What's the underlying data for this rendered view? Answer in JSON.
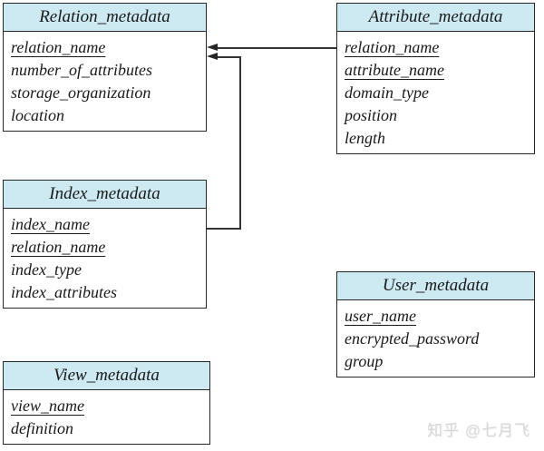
{
  "diagram": {
    "background_color": "#ffffff",
    "header_fill_color": "#cde9f2",
    "border_color": "#262626",
    "text_color": "#1a1a1a",
    "tables": [
      {
        "title": "Relation_metadata",
        "fields": [
          {
            "name": "relation_name",
            "underlined": true
          },
          {
            "name": "number_of_attributes",
            "underlined": false
          },
          {
            "name": "storage_organization",
            "underlined": false
          },
          {
            "name": "location",
            "underlined": false
          }
        ]
      },
      {
        "title": "Attribute_metadata",
        "fields": [
          {
            "name": "relation_name",
            "underlined": true
          },
          {
            "name": "attribute_name",
            "underlined": true
          },
          {
            "name": "domain_type",
            "underlined": false
          },
          {
            "name": "position",
            "underlined": false
          },
          {
            "name": "length",
            "underlined": false
          }
        ]
      },
      {
        "title": "Index_metadata",
        "fields": [
          {
            "name": "index_name",
            "underlined": true
          },
          {
            "name": "relation_name",
            "underlined": true
          },
          {
            "name": "index_type",
            "underlined": false
          },
          {
            "name": "index_attributes",
            "underlined": false
          }
        ]
      },
      {
        "title": "User_metadata",
        "fields": [
          {
            "name": "user_name",
            "underlined": true
          },
          {
            "name": "encrypted_password",
            "underlined": false
          },
          {
            "name": "group",
            "underlined": false
          }
        ]
      },
      {
        "title": "View_metadata",
        "fields": [
          {
            "name": "view_name",
            "underlined": true
          },
          {
            "name": "definition",
            "underlined": false
          }
        ]
      }
    ],
    "connections": [
      {
        "from": "Attribute_metadata.relation_name",
        "to": "Relation_metadata.relation_name"
      },
      {
        "from": "Index_metadata.relation_name",
        "to": "Relation_metadata.relation_name"
      }
    ],
    "watermark": "知乎 @七月飞"
  }
}
